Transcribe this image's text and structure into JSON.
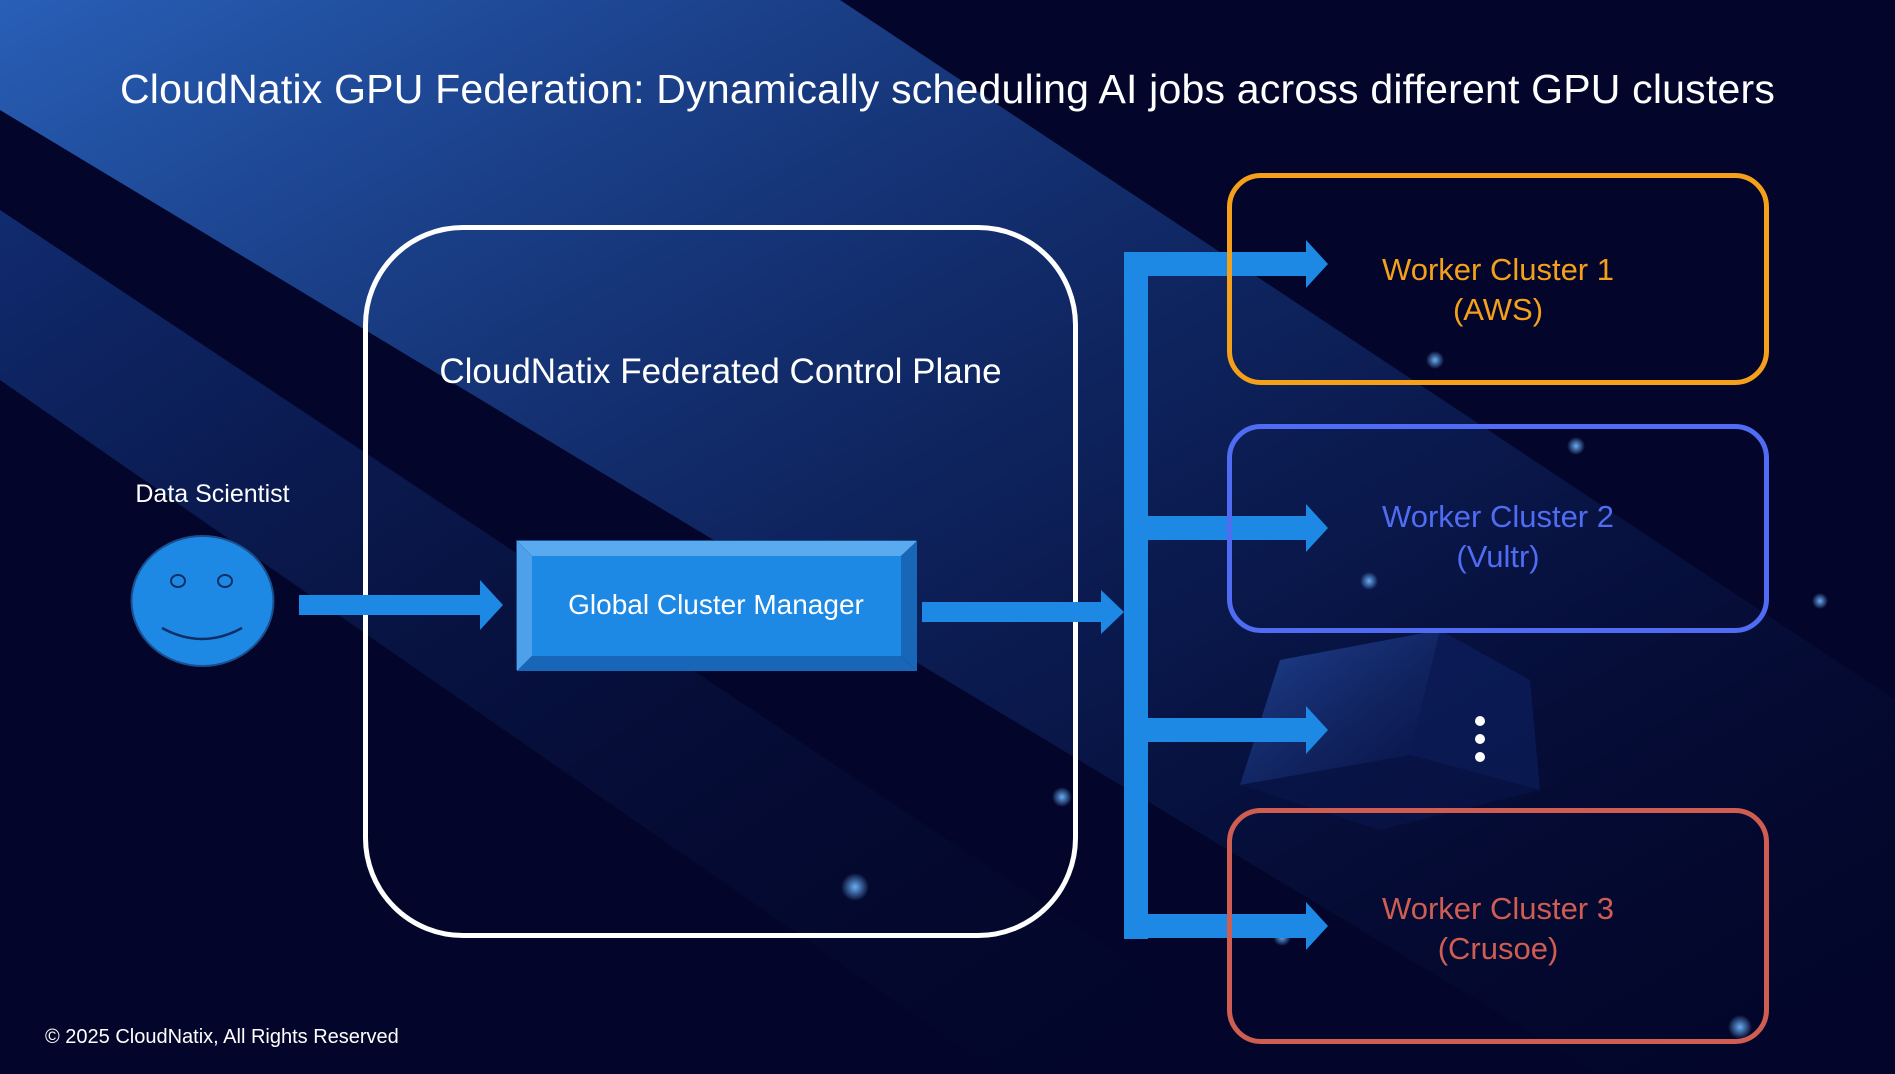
{
  "title": "CloudNatix GPU Federation: Dynamically scheduling AI jobs across different GPU clusters",
  "control_plane": {
    "label": "CloudNatix Federated Control Plane"
  },
  "user": {
    "label": "Data Scientist",
    "icon": "smiley-face-icon"
  },
  "global_manager": {
    "label": "Global Cluster Manager"
  },
  "clusters": [
    {
      "name": "Worker Cluster 1",
      "provider": "(AWS)",
      "color": "#f5a01a"
    },
    {
      "name": "Worker Cluster 2",
      "provider": "(Vultr)",
      "color": "#4f6cf2"
    },
    {
      "name": "Worker Cluster 3",
      "provider": "(Crusoe)",
      "color": "#cf5d52"
    }
  ],
  "ellipsis_icon": "vertical-ellipsis-icon",
  "colors": {
    "arrow": "#1e88e5",
    "background": "#03062a",
    "box_fill": "#1e88e5"
  },
  "footer": "© 2025 CloudNatix, All Rights Reserved"
}
